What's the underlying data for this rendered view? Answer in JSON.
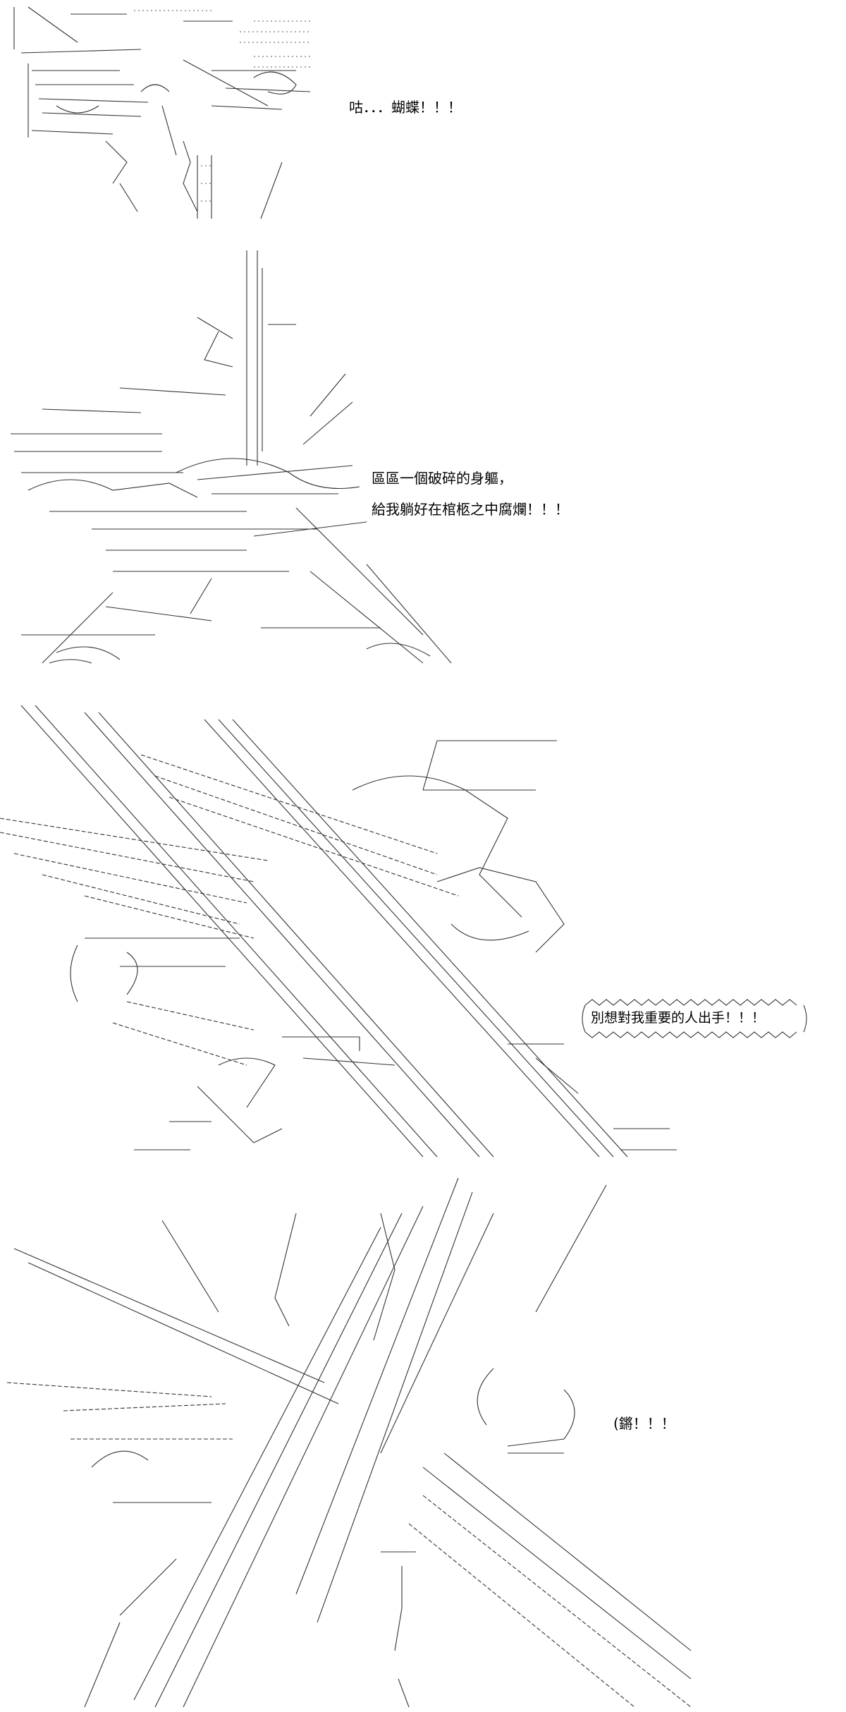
{
  "panels": [
    {
      "id": "panel-1",
      "dialog": [
        "咕．．．蝴蝶！！！"
      ]
    },
    {
      "id": "panel-2",
      "dialog": [
        "區區一個破碎的身軀，",
        "給我躺好在棺柩之中腐爛！！！"
      ]
    },
    {
      "id": "panel-3",
      "dialog": [
        "別想對我重要的人出手！！！"
      ]
    },
    {
      "id": "panel-4",
      "dialog": [
        "(鏘！！！"
      ]
    }
  ]
}
